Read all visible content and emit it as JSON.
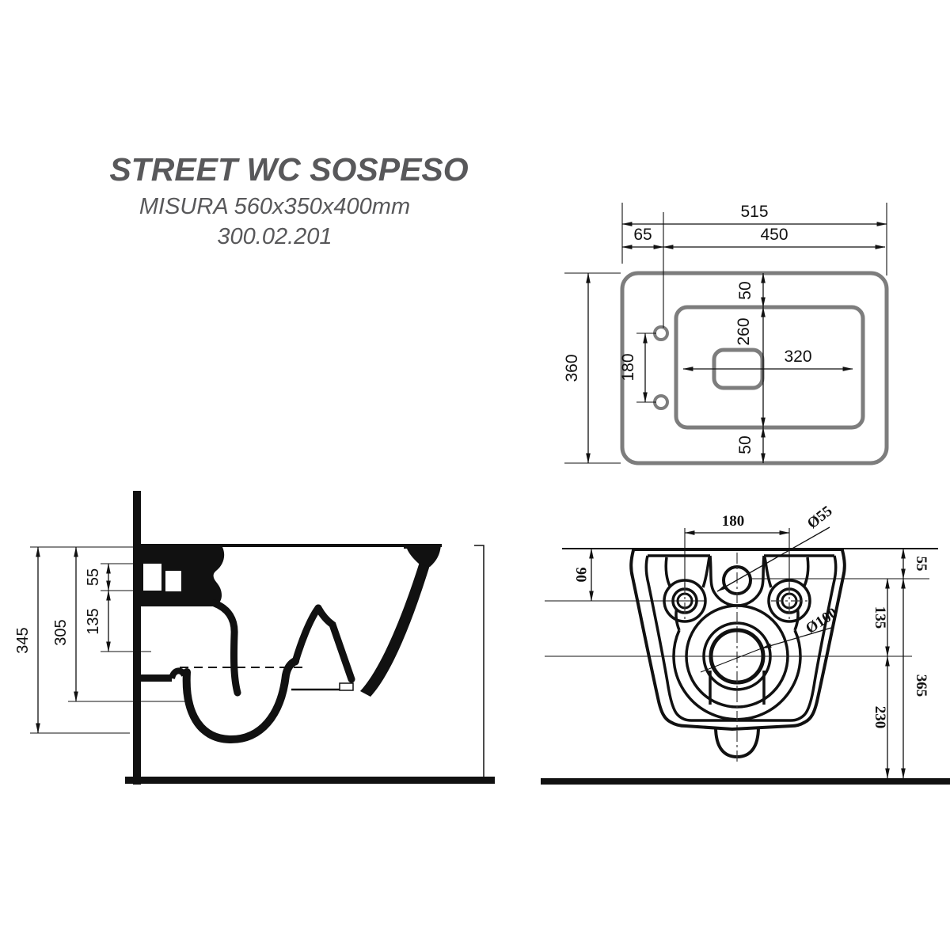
{
  "title_block": {
    "product": "STREET WC SOSPESO",
    "size_line": "MISURA 560x350x400mm",
    "code": "300.02.201"
  },
  "colors": {
    "background": "#ffffff",
    "line": "#111111",
    "gray_outline": "#7d7d7d",
    "title_text": "#58585a"
  },
  "top_view": {
    "dims": {
      "overall_width": "515",
      "hole_line_to_right": "450",
      "left_to_hole_line": "65",
      "overall_depth": "360",
      "hole_spacing": "180",
      "rim_top_gap": "50",
      "opening_depth": "260",
      "opening_width": "320",
      "rim_bottom_gap": "50"
    }
  },
  "side_view": {
    "dims": {
      "overall_height": "345",
      "mount_height": "305",
      "flush_to_drain_drop": "135",
      "top_to_flush_drop": "55"
    }
  },
  "back_view": {
    "dims": {
      "fixing_hole_spacing": "180",
      "flush_hole_diameter": "Ø55",
      "top_to_fixing_holes": "90",
      "top_to_flush_center": "55",
      "flush_to_drain_center": "135",
      "drain_diameter": "Ø100",
      "flush_center_to_floor": "365",
      "drain_center_to_floor": "230"
    }
  }
}
